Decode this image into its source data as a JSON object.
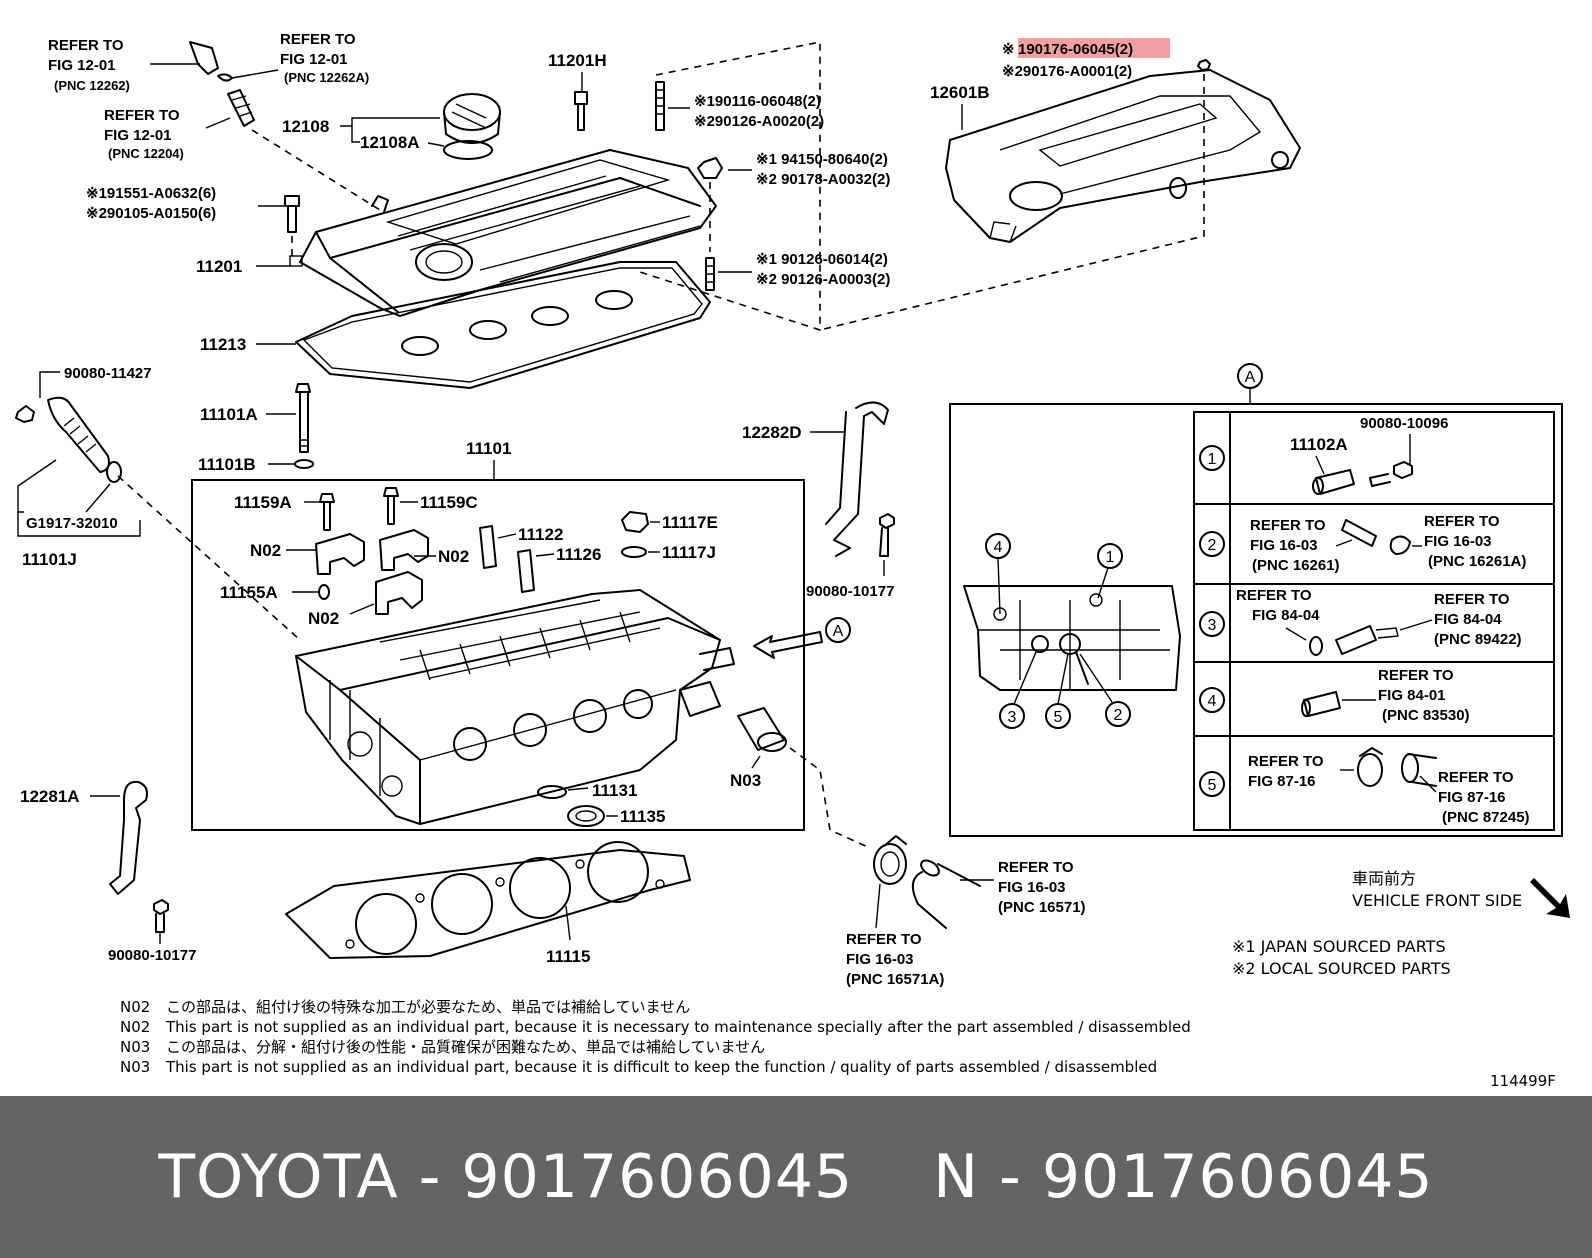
{
  "labels": {
    "refer_12262_l1": "REFER TO",
    "refer_12262_l2": "FIG 12-01",
    "refer_12262_l3": "(PNC 12262)",
    "refer_12262a_l1": "REFER TO",
    "refer_12262a_l2": "FIG 12-01",
    "refer_12262a_l3": "(PNC 12262A)",
    "refer_12204_l1": "REFER TO",
    "refer_12204_l2": "FIG 12-01",
    "refer_12204_l3": "(PNC 12204)",
    "p11201H": "11201H",
    "p12108": "12108",
    "p12108A": "12108A",
    "bolt_a_1": "※191551-A0632(6)",
    "bolt_a_2": "※290105-A0150(6)",
    "stud_a_1": "※190116-06048(2)",
    "stud_a_2": "※290126-A0020(2)",
    "nut_a_1": "※1 94150-80640(2)",
    "nut_a_2": "※2 90178-A0032(2)",
    "stud_b_1": "※1 90126-06014(2)",
    "stud_b_2": "※2 90126-A0003(2)",
    "cover_nut_1": "※190176-06045(2)",
    "cover_nut_2": "※290176-A0001(2)",
    "p12601B": "12601B",
    "p11201": "11201",
    "p11213": "11213",
    "p90080_11427": "90080-11427",
    "pG1917": "G1917-32010",
    "p11101J": "11101J",
    "p11101A": "11101A",
    "p11101B": "11101B",
    "p11101": "11101",
    "p11159A": "11159A",
    "p11159C": "11159C",
    "p11122": "11122",
    "p11126": "11126",
    "p11117E": "11117E",
    "p11117J": "11117J",
    "pN02_a": "N02",
    "pN02_b": "N02",
    "pN02_c": "N02",
    "p11155A": "11155A",
    "p12282D": "12282D",
    "p90080_10177_a": "90080-10177",
    "pA_arrow": "A",
    "pN03": "N03",
    "p11131": "11131",
    "p11135": "11135",
    "p12281A": "12281A",
    "p90080_10177_b": "90080-10177",
    "p11115": "11115",
    "refer_16571_l1": "REFER TO",
    "refer_16571_l2": "FIG 16-03",
    "refer_16571_l3": "(PNC 16571)",
    "refer_16571a_l1": "REFER TO",
    "refer_16571a_l2": "FIG 16-03",
    "refer_16571a_l3": "(PNC 16571A)",
    "detail_A": "A",
    "circ1": "1",
    "circ2": "2",
    "circ3": "3",
    "circ4": "4",
    "circ5": "5",
    "row1_num": "1",
    "row2_num": "2",
    "row3_num": "3",
    "row4_num": "4",
    "row5_num": "5",
    "p11102A": "11102A",
    "p90080_10096": "90080-10096",
    "r2_left_l1": "REFER TO",
    "r2_left_l2": "FIG 16-03",
    "r2_left_l3": "(PNC 16261)",
    "r2_right_l1": "REFER TO",
    "r2_right_l2": "FIG 16-03",
    "r2_right_l3": "(PNC 16261A)",
    "r3_left_l1": "REFER TO",
    "r3_left_l2": "FIG 84-04",
    "r3_right_l1": "REFER TO",
    "r3_right_l2": "FIG 84-04",
    "r3_right_l3": "(PNC 89422)",
    "r4_l1": "REFER TO",
    "r4_l2": "FIG 84-01",
    "r4_l3": "(PNC 83530)",
    "r5_left_l1": "REFER TO",
    "r5_left_l2": "FIG 87-16",
    "r5_right_l1": "REFER TO",
    "r5_right_l2": "FIG 87-16",
    "r5_right_l3": "(PNC 87245)",
    "front_jp": "車両前方",
    "front_en": "VEHICLE FRONT SIDE",
    "legend_1": "※1 JAPAN SOURCED PARTS",
    "legend_2": "※2 LOCAL SOURCED PARTS",
    "diagram_code": "114499F"
  },
  "notes": [
    {
      "code": "N02",
      "text": "この部品は、組付け後の特殊な加工が必要なため、単品では補給していません"
    },
    {
      "code": "N02",
      "text": "This part is not supplied as an individual part, because it is necessary to maintenance specially after the part assembled / disassembled"
    },
    {
      "code": "N03",
      "text": "この部品は、分解・組付け後の性能・品質確保が困難なため、単品では補給していません"
    },
    {
      "code": "N03",
      "text": "This part is not supplied as an individual part, because it is difficult to keep the function / quality of parts  assembled / disassembled"
    }
  ],
  "highlight": {
    "part_number": "190176-06045(2)",
    "color": "#f4a0a0"
  },
  "footer": {
    "left": "TOYOTA - 9017606045",
    "right": "N - 9017606045",
    "background": "#646464",
    "text_color": "#ffffff"
  }
}
